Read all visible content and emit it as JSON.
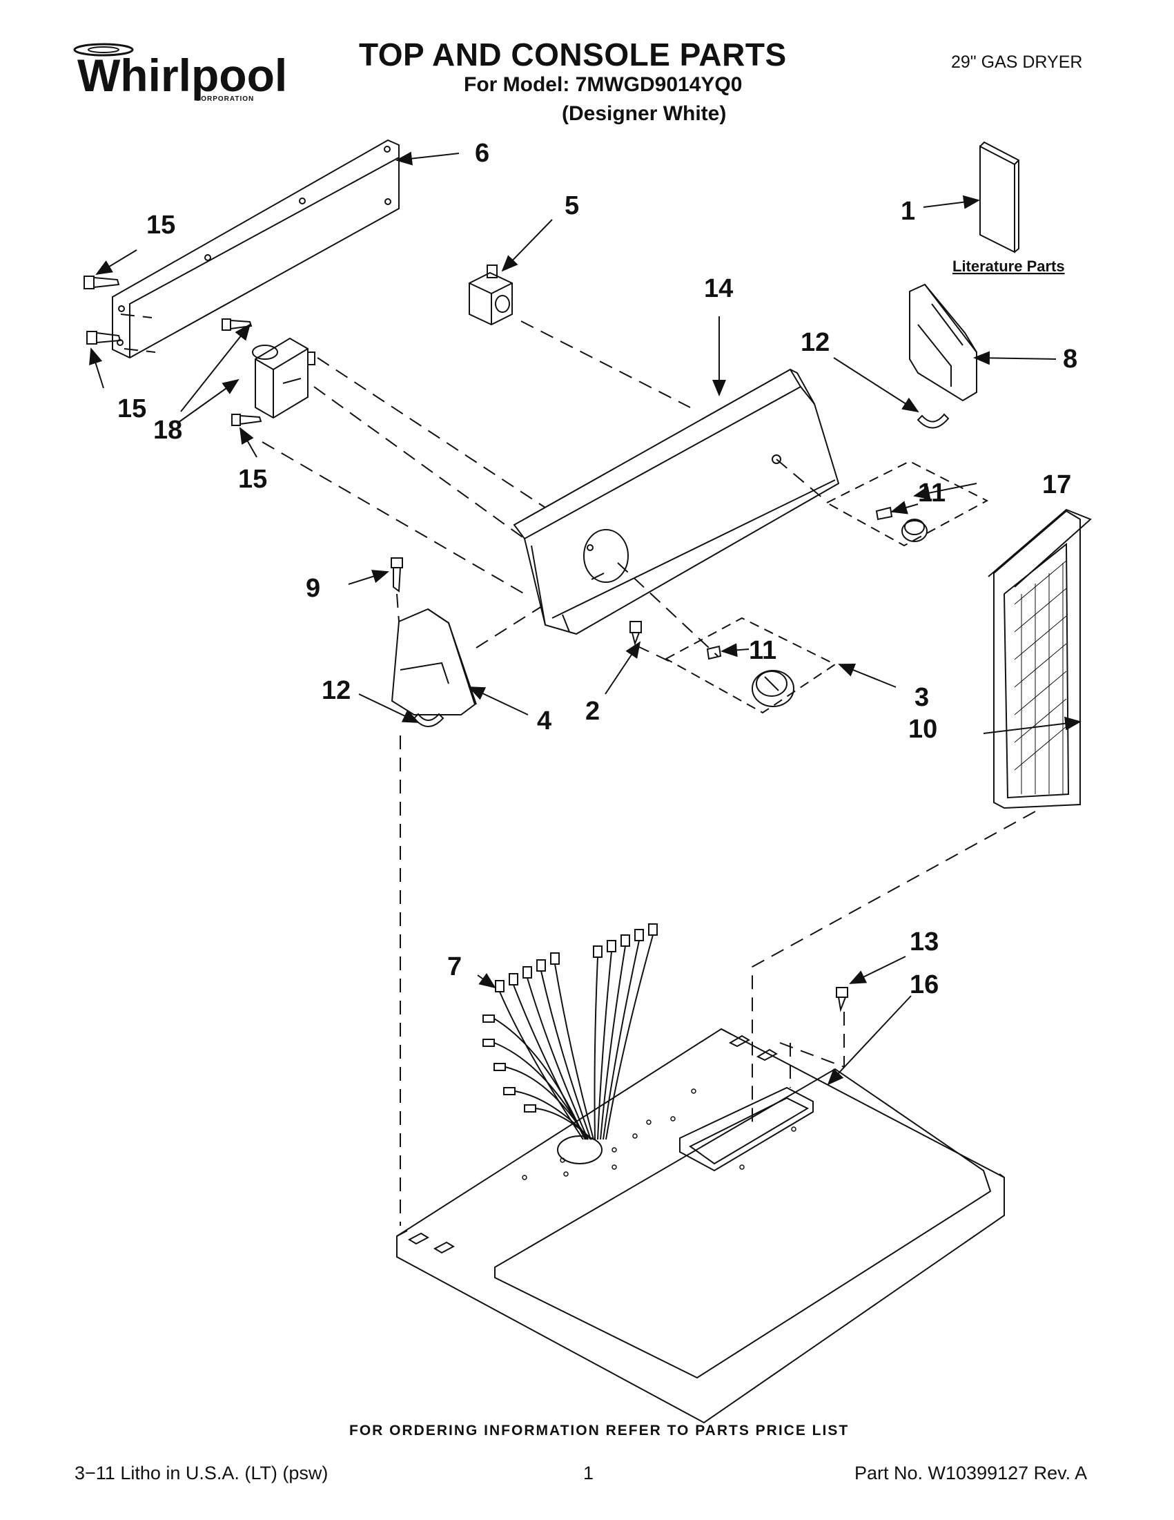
{
  "header": {
    "brand": "Whirlpool",
    "brand_sub": "CORPORATION",
    "title": "TOP AND CONSOLE PARTS",
    "model_line": "For Model: 7MWGD9014YQ0",
    "variant_line": "(Designer White)",
    "product": "29\" GAS DRYER"
  },
  "diagram": {
    "literature_label": "Literature Parts",
    "callouts": {
      "c1": "1",
      "c2": "2",
      "c3": "3",
      "c4": "4",
      "c5": "5",
      "c6": "6",
      "c7": "7",
      "c8": "8",
      "c9": "9",
      "c10": "10",
      "c11a": "11",
      "c11b": "11",
      "c12a": "12",
      "c12b": "12",
      "c13": "13",
      "c14": "14",
      "c15a": "15",
      "c15b": "15",
      "c15c": "15",
      "c16": "16",
      "c17": "17",
      "c18": "18"
    }
  },
  "footer": {
    "ordering_note": "FOR ORDERING INFORMATION REFER TO PARTS PRICE LIST",
    "litho": "3−11 Litho in U.S.A. (LT) (psw)",
    "page": "1",
    "part_no": "Part No. W10399127 Rev. A"
  }
}
